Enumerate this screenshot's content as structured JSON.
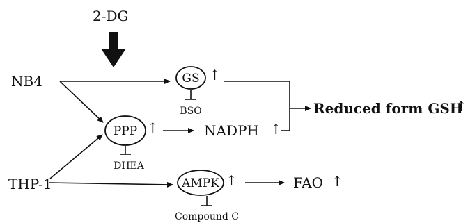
{
  "treatment": "2-DG",
  "cells": {
    "nb4": "NB4",
    "thp1": "THP-1"
  },
  "nodes": {
    "gs": "GS",
    "ppp": "PPP",
    "ampk": "AMPK",
    "nadph": "NADPH",
    "fao": "FAO",
    "gsh": "Reduced form GSH"
  },
  "inhibitors": {
    "bso": "BSO",
    "dhea": "DHEA",
    "compound_c": "Compound C"
  },
  "up_arrow": "↑"
}
